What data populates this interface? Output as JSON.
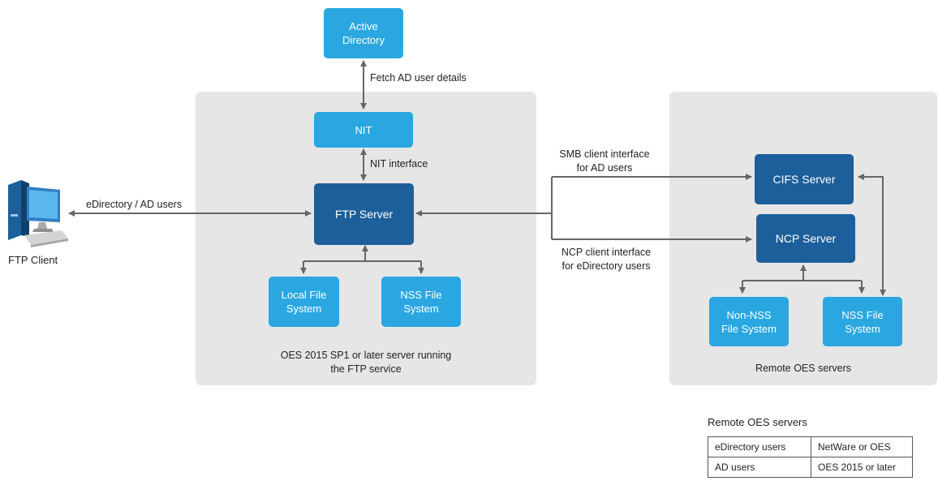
{
  "nodes": {
    "active_directory": "Active\nDirectory",
    "nit": "NIT",
    "ftp_server": "FTP Server",
    "local_fs": "Local File\nSystem",
    "nss_fs_local": "NSS File\nSystem",
    "cifs_server": "CIFS Server",
    "ncp_server": "NCP Server",
    "non_nss_fs": "Non-NSS\nFile System",
    "nss_fs_remote": "NSS File\nSystem",
    "ftp_client": "FTP Client"
  },
  "edges": {
    "fetch_ad": "Fetch AD user details",
    "nit_interface": "NIT interface",
    "client_users": "eDirectory / AD users",
    "smb": "SMB client interface\nfor AD users",
    "ncp": "NCP client interface\nfor eDirectory users"
  },
  "groups": {
    "local_server": "OES 2015 SP1 or later server running\nthe FTP service",
    "remote_servers": "Remote OES servers"
  },
  "legend": {
    "title": "Remote OES servers",
    "rows": [
      [
        "eDirectory users",
        "NetWare or OES"
      ],
      [
        "AD users",
        "OES 2015 or later"
      ]
    ]
  },
  "colors": {
    "light_box": "#2aa7e1",
    "dark_box": "#1d5f9a",
    "panel": "#e6e6e7",
    "arrow": "#666666"
  },
  "icons": {
    "ftp_client": "desktop-computer-icon"
  }
}
